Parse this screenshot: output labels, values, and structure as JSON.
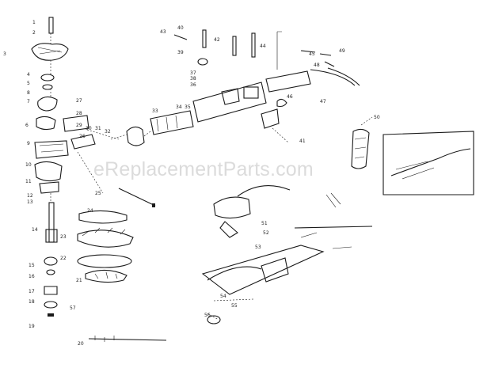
{
  "watermark": "eReplacementParts.com",
  "callouts": [
    "1",
    "2",
    "3",
    "4",
    "5",
    "6",
    "7",
    "8",
    "9",
    "10",
    "11",
    "12",
    "13",
    "14",
    "15",
    "16",
    "17",
    "18",
    "19",
    "20",
    "21",
    "22",
    "23",
    "24",
    "25",
    "26",
    "27",
    "28",
    "29",
    "30",
    "31",
    "32",
    "33",
    "34",
    "35",
    "36",
    "37",
    "38",
    "39",
    "40",
    "41",
    "42",
    "43",
    "44",
    "45",
    "46",
    "47",
    "48",
    "49",
    "50",
    "51",
    "52",
    "53",
    "54",
    "55",
    "56",
    "57"
  ],
  "colors": {
    "ink": "#1a1a1a",
    "paper": "#ffffff",
    "watermark": "#bfbfbf"
  }
}
